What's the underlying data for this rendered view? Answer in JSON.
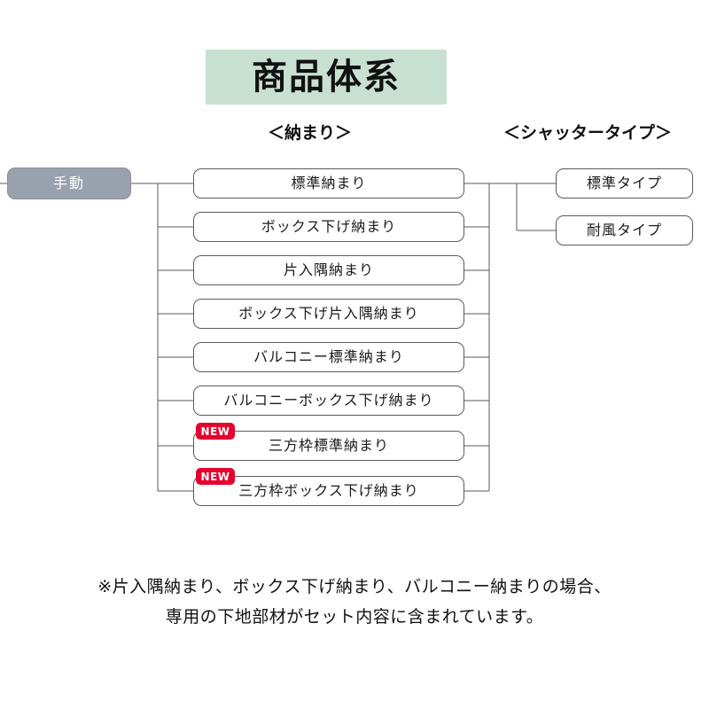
{
  "title": {
    "text": "商品体系",
    "background_color": "#c8e0d2"
  },
  "columns": {
    "middle_header": "＜納まり＞",
    "right_header": "＜シャッタータイプ＞"
  },
  "root": {
    "label": "手動",
    "fill_color": "#99a1ae",
    "text_color": "#ffffff"
  },
  "naosmari_items": [
    {
      "label": "標準納まり",
      "badge": ""
    },
    {
      "label": "ボックス下げ納まり",
      "badge": ""
    },
    {
      "label": "片入隅納まり",
      "badge": ""
    },
    {
      "label": "ボックス下げ片入隅納まり",
      "badge": ""
    },
    {
      "label": "バルコニー標準納まり",
      "badge": ""
    },
    {
      "label": "バルコニーボックス下げ納まり",
      "badge": ""
    },
    {
      "label": "三方枠標準納まり",
      "badge": "NEW"
    },
    {
      "label": "三方枠ボックス下げ納まり",
      "badge": "NEW"
    }
  ],
  "shutter_items": [
    {
      "label": "標準タイプ"
    },
    {
      "label": "耐風タイプ"
    }
  ],
  "badge": {
    "text": "NEW",
    "color": "#e4032e"
  },
  "footnote": {
    "line1": "※片入隅納まり、ボックス下げ納まり、バルコニー納まりの場合、",
    "line2": "専用の下地部材がセット内容に含まれています。"
  }
}
